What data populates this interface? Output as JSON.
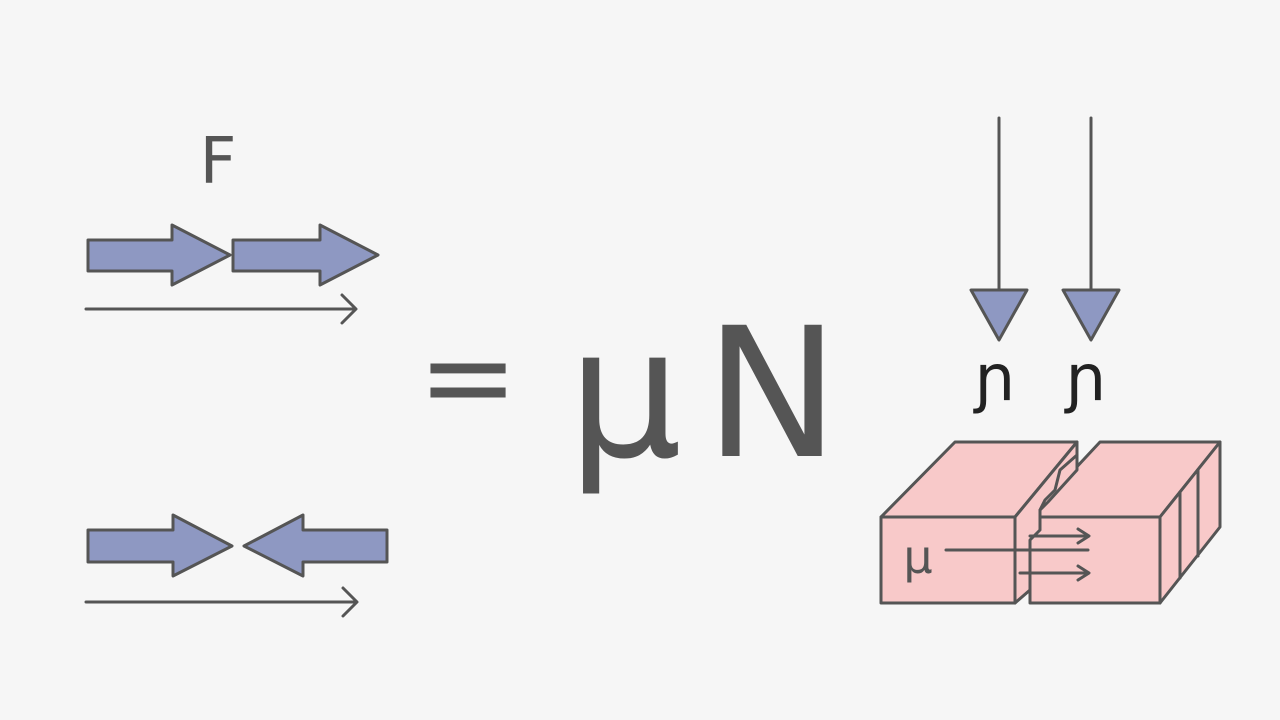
{
  "equation": {
    "force_symbol": "F",
    "equals_sign": "=",
    "coefficient_symbol": "μ",
    "normal_force_symbol": "N"
  },
  "diagram": {
    "normal_force_labels": [
      "ɲ",
      "ɲ"
    ],
    "block_mu_label": "μ"
  },
  "colors": {
    "background": "#f6f6f6",
    "arrow_fill": "#8e98c2",
    "block_fill": "#f8c9c9",
    "ink": "#555555"
  }
}
